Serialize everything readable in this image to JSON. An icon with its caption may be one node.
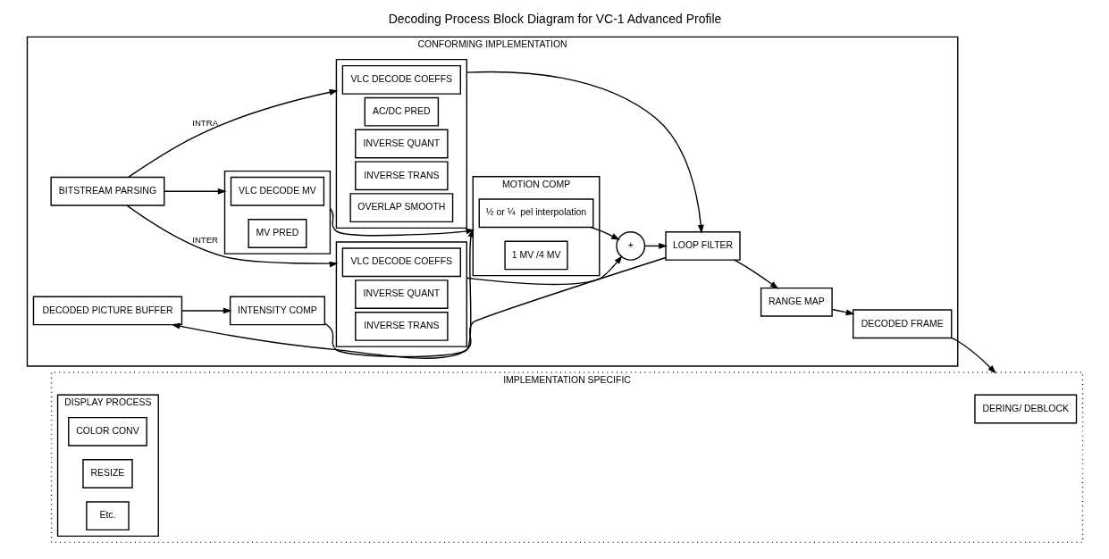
{
  "diagram": {
    "title": "Decoding Process Block Diagram for VC-1 Advanced Profile",
    "nodes": [
      {
        "text": [
          "CONFORMING IMPLEMENTATION"
        ]
      },
      {
        "text": [
          "BITSTREAM PARSING"
        ],
        "in": 0
      },
      {
        "text": [],
        "shape": "box",
        "in": 0
      },
      {
        "text": [
          "VLC DECODE COEFFS"
        ],
        "in": 2
      },
      {
        "text": [
          "AC/DC PRED"
        ],
        "in": 2
      },
      {
        "text": [
          "INVERSE QUANT"
        ],
        "in": 2
      },
      {
        "text": [
          "INVERSE TRANS"
        ],
        "in": 2
      },
      {
        "text": [
          "OVERLAP SMOOTH"
        ],
        "in": 2
      },
      {
        "text": [],
        "shape": "box",
        "in": 0
      },
      {
        "text": [
          "VLC DECODE COEFFS"
        ],
        "in": 8
      },
      {
        "text": [
          "INVERSE QUANT"
        ],
        "in": 8
      },
      {
        "text": [
          "INVERSE TRANS"
        ],
        "in": 8
      },
      {
        "text": [
          "+"
        ],
        "in": 0
      },
      {
        "text": [],
        "shape": "box",
        "in": 0
      },
      {
        "text": [
          "VLC DECODE MV"
        ],
        "in": 13
      },
      {
        "text": [
          "MV PRED"
        ],
        "in": 13
      },
      {
        "text": [
          "MOTION COMP"
        ],
        "in": 0
      },
      {
        "text": [
          "½ or ¼  pel interpolation"
        ],
        "in": 16
      },
      {
        "text": [
          "1 MV /4 MV"
        ],
        "in": 16
      },
      {
        "text": [
          "LOOP FILTER"
        ],
        "in": 0
      },
      {
        "text": [
          "RANGE MAP"
        ],
        "in": 0
      },
      {
        "text": [
          "DECODED FRAME"
        ],
        "in": 0
      },
      {
        "text": [
          "DECODED PICTURE BUFFER"
        ],
        "in": 0
      },
      {
        "text": [
          "INTENSITY COMP"
        ],
        "in": 0
      },
      {
        "text": [
          "IMPLEMENTATION SPECIFIC"
        ]
      },
      {
        "text": [
          "DERING/ DEBLOCK"
        ],
        "in": 24
      },
      {
        "text": [
          "DISPLAY PROCESS"
        ],
        "in": 24
      },
      {
        "text": [
          "COLOR CONV"
        ],
        "in": 26
      },
      {
        "text": [
          "RESIZE"
        ],
        "in": 26
      },
      {
        "text": [
          "Etc."
        ],
        "in": 26
      }
    ],
    "edges": [
      {
        "from": 1,
        "to": 2,
        "arrow": "to",
        "label": "INTRA"
      },
      {
        "from": 1,
        "to": 8,
        "arrow": "to",
        "label": "INTER"
      },
      {
        "from": 1,
        "to": 13,
        "arrow": "to"
      },
      {
        "from": 2,
        "to": 19,
        "arrow": "to"
      },
      {
        "from": 8,
        "to": 12,
        "arrow": "to"
      },
      {
        "from": 17,
        "to": 12,
        "arrow": "to"
      },
      {
        "from": 12,
        "to": 19,
        "arrow": "to"
      },
      {
        "from": 13,
        "to": 16,
        "arrow": "to"
      },
      {
        "from": 19,
        "to": 20,
        "arrow": "to"
      },
      {
        "from": 19,
        "to": 22,
        "arrow": "to"
      },
      {
        "from": 20,
        "to": 21,
        "arrow": "to"
      },
      {
        "from": 21,
        "to": 24,
        "arrow": "to"
      },
      {
        "from": 22,
        "to": 23,
        "arrow": "to"
      },
      {
        "from": 23,
        "to": 16,
        "arrow": "to"
      }
    ]
  }
}
